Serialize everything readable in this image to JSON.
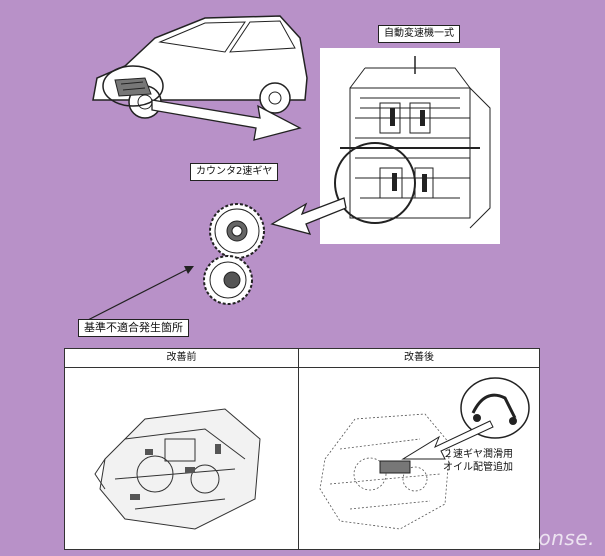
{
  "labels": {
    "transmission": "自動変速機一式",
    "counter_gear": "カウンタ2速ギヤ",
    "defect_location": "基準不適合発生箇所"
  },
  "comparison": {
    "before": "改善前",
    "after": "改善後",
    "callout_line1": "２速ギヤ潤滑用",
    "callout_line2": "オイル配管追加"
  },
  "watermark": "Response."
}
